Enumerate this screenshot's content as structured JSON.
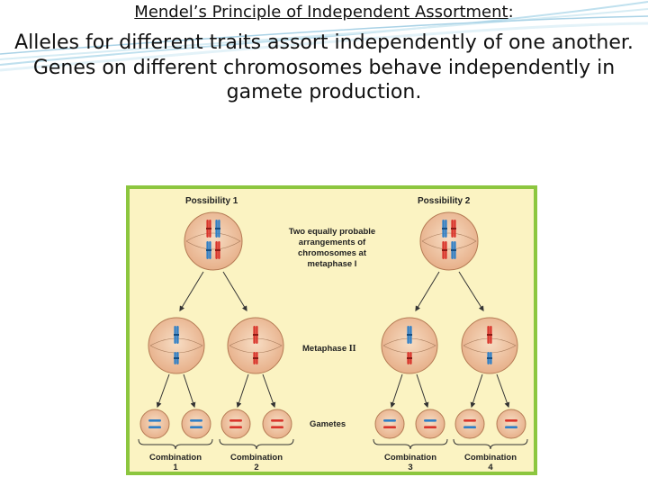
{
  "slide": {
    "heading_title": "Mendel’s Principle of Independent Assortment",
    "heading_colon": ":",
    "line1": "Alleles for different traits assort independently of one another.",
    "line2": "Genes on different chromosomes behave independently in gamete production."
  },
  "figure": {
    "possibility_1": "Possibility 1",
    "possibility_2": "Possibility 2",
    "note": [
      "Two equally probable",
      "arrangements of",
      "chromosomes at",
      "metaphase I"
    ],
    "metaphase_ii_word": "Metaphase",
    "metaphase_ii_numeral": "II",
    "gametes": "Gametes",
    "combination_word": "Combination",
    "combinations": [
      "1",
      "2",
      "3",
      "4"
    ]
  },
  "colors": {
    "border": "#8cc63f",
    "background": "#fbf3c2",
    "red_chromosome": "#d9342b",
    "blue_chromosome": "#2f7fc6",
    "cell": "#f2c9a6"
  }
}
